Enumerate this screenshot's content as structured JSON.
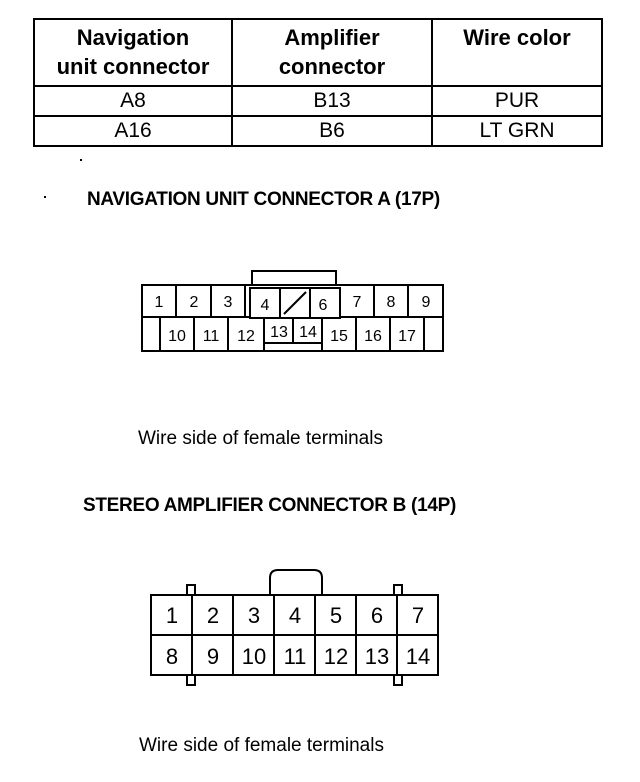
{
  "table": {
    "headers": [
      "Navigation\nunit connector",
      "Amplifier\nconnector",
      "Wire color"
    ],
    "rows": [
      [
        "A8",
        "B13",
        "PUR"
      ],
      [
        "A16",
        "B6",
        "LT GRN"
      ]
    ]
  },
  "connector_a": {
    "title": "NAVIGATION UNIT CONNECTOR A (17P)",
    "caption": "Wire side of female terminals",
    "top_row": [
      "1",
      "2",
      "3",
      "4",
      "",
      "6",
      "7",
      "8",
      "9"
    ],
    "bottom_row": [
      "",
      "10",
      "11",
      "12",
      "13",
      "14",
      "15",
      "16",
      "17"
    ]
  },
  "connector_b": {
    "title": "STEREO AMPLIFIER CONNECTOR B (14P)",
    "caption": "Wire side of female terminals",
    "top_row": [
      "1",
      "2",
      "3",
      "4",
      "5",
      "6",
      "7"
    ],
    "bottom_row": [
      "8",
      "9",
      "10",
      "11",
      "12",
      "13",
      "14"
    ]
  },
  "colors": {
    "ink": "#000000",
    "paper": "#ffffff"
  }
}
